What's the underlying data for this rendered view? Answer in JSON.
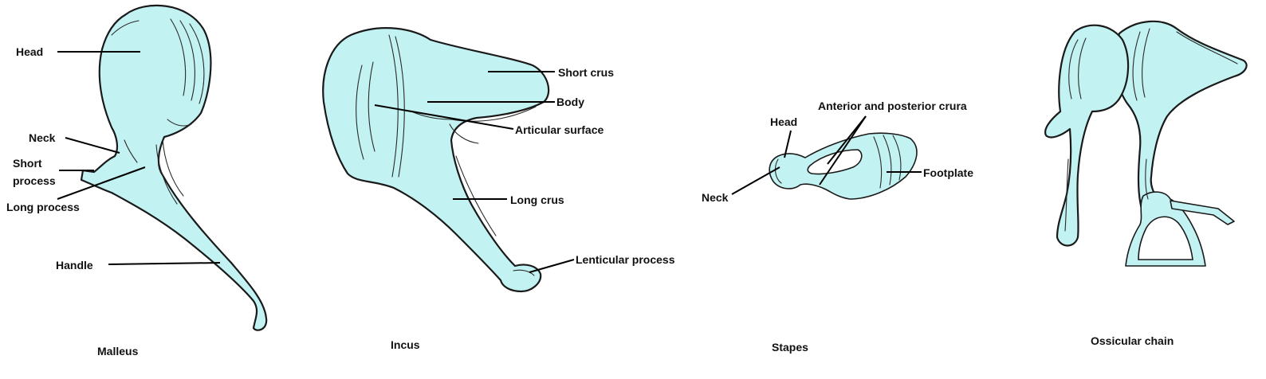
{
  "malleus": {
    "caption": "Malleus",
    "labels": {
      "head": "Head",
      "neck": "Neck",
      "short_process_line1": "Short",
      "short_process_line2": "process",
      "long_process": "Long process",
      "handle": "Handle"
    }
  },
  "incus": {
    "caption": "Incus",
    "labels": {
      "short_crus": "Short crus",
      "body": "Body",
      "articular_surface": "Articular surface",
      "long_crus": "Long crus",
      "lenticular_process": "Lenticular process"
    }
  },
  "stapes": {
    "caption": "Stapes",
    "labels": {
      "head": "Head",
      "crura": "Anterior and posterior crura",
      "footplate": "Footplate",
      "neck": "Neck"
    }
  },
  "ossicular_chain": {
    "caption": "Ossicular chain"
  },
  "colors": {
    "bone_fill": "#c2f2f2",
    "outline": "#1a1a1a",
    "background": "#ffffff"
  }
}
